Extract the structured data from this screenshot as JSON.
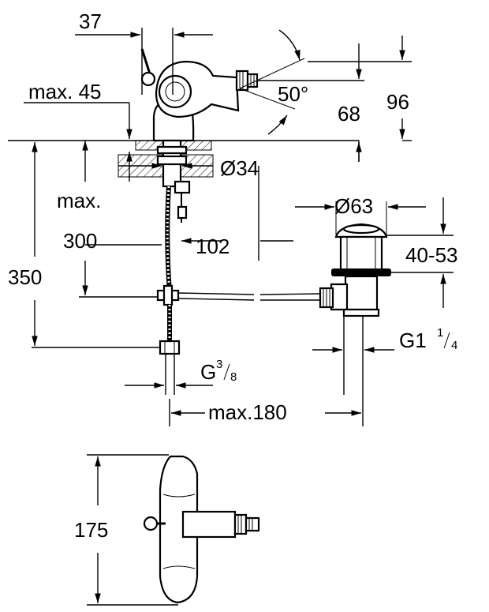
{
  "drawing": {
    "dimensions": {
      "d37": "37",
      "max45": "max. 45",
      "angle50": "50°",
      "d68": "68",
      "d96": "96",
      "dia34": "Ø34",
      "max": "max.",
      "d300": "300",
      "d102": "102",
      "d350": "350",
      "dia63": "Ø63",
      "d40_53": "40-53",
      "g1_main": "G1",
      "g1_num": "1",
      "g1_den": "4",
      "g38_main": "G",
      "g38_num": "3",
      "g38_den": "8",
      "max180": "max.180",
      "d175": "175"
    }
  }
}
